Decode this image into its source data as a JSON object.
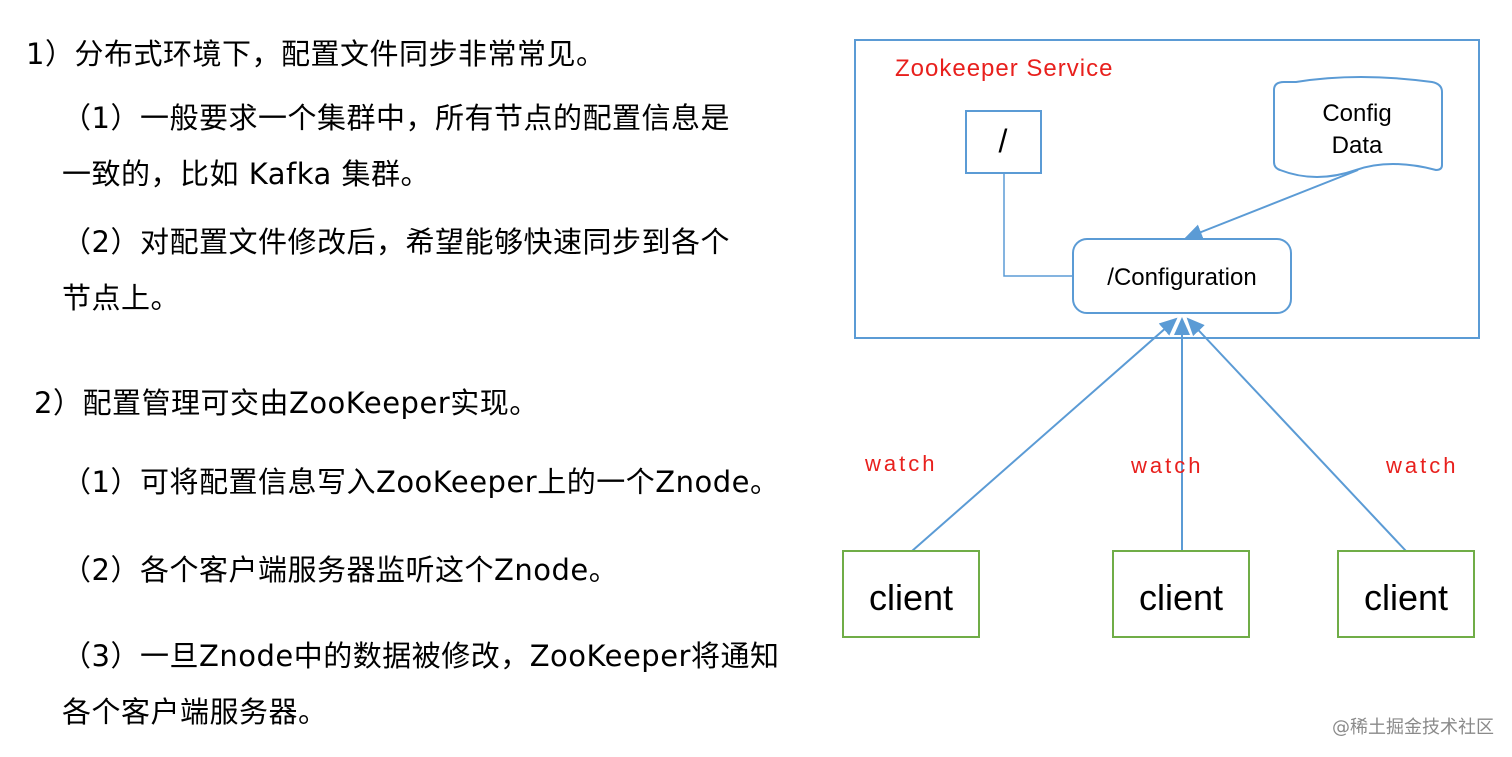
{
  "text": {
    "line1": "1）分布式环境下，配置文件同步非常常见。",
    "line2": "（1）一般要求一个集群中，所有节点的配置信息是",
    "line3": "一致的，比如 Kafka 集群。",
    "line4": "（2）对配置文件修改后，希望能够快速同步到各个",
    "line5": "节点上。",
    "line6": "2）配置管理可交由ZooKeeper实现。",
    "line7": "（1）可将配置信息写入ZooKeeper上的一个Znode。",
    "line8": "（2）各个客户端服务器监听这个Znode。",
    "line9": "（3）一旦Znode中的数据被修改，ZooKeeper将通知",
    "line10": "各个客户端服务器。"
  },
  "diagram": {
    "service_label": "Zookeeper Service",
    "root_node": "/",
    "config_data_line1": "Config",
    "config_data_line2": "Data",
    "configuration_node": "/Configuration",
    "watch_labels": [
      "watch",
      "watch",
      "watch"
    ],
    "clients": [
      "client",
      "client",
      "client"
    ],
    "colors": {
      "frame": "#5b9bd5",
      "service_label": "#e8201d",
      "watch_label": "#e8201d",
      "client_border": "#70ad47",
      "node_border": "#5b9bd5",
      "arrow": "#5b9bd5",
      "connector": "#5b9bd5"
    }
  },
  "watermark": {
    "text": "@稀土掘金技术社区"
  }
}
